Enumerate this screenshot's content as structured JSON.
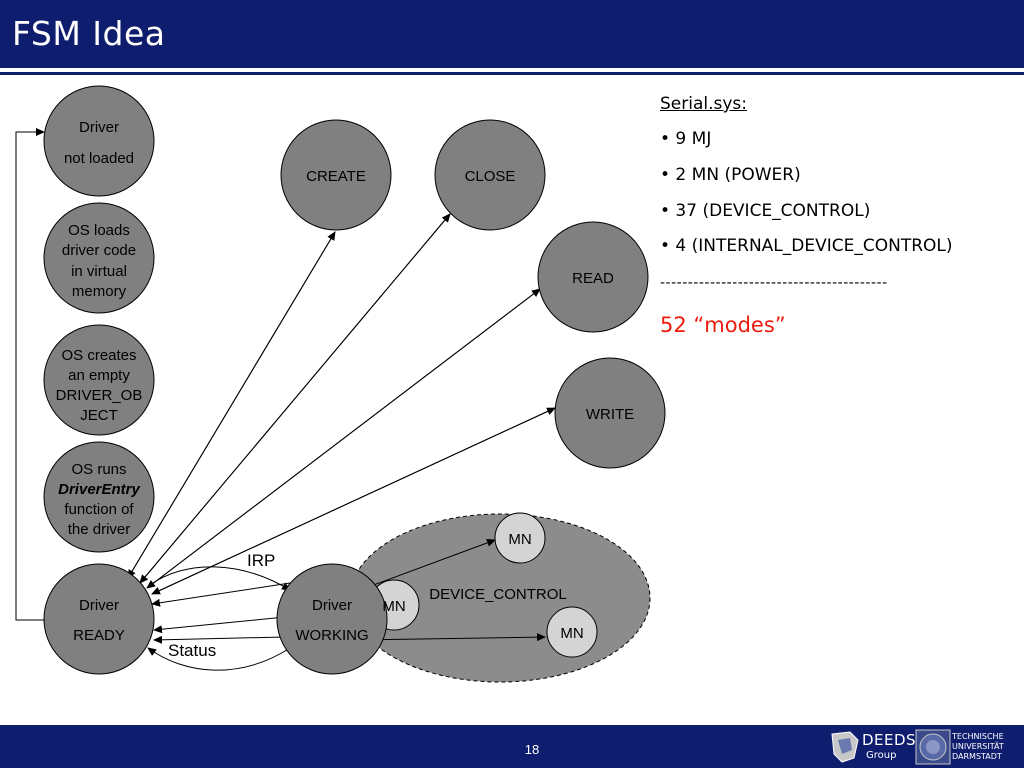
{
  "slide": {
    "title": "FSM Idea",
    "page_number": "18"
  },
  "nodes": {
    "driver_not_loaded": [
      "Driver",
      "not loaded"
    ],
    "os_loads": [
      "OS loads",
      "driver code",
      "in virtual",
      "memory"
    ],
    "os_creates": [
      "OS creates",
      "an empty",
      "DRIVER_OB",
      "JECT"
    ],
    "os_runs": [
      "OS runs",
      "DriverEntry",
      "function of",
      "the driver"
    ],
    "driver_ready": [
      "Driver",
      "READY"
    ],
    "driver_working": [
      "Driver",
      "WORKING"
    ],
    "create": "CREATE",
    "close": "CLOSE",
    "read": "READ",
    "write": "WRITE",
    "device_control": "DEVICE_CONTROL",
    "mn_top": "MN",
    "mn_left": "MN",
    "mn_bottom": "MN"
  },
  "edge_labels": {
    "irp": "IRP",
    "status": "Status"
  },
  "summary": {
    "title": "Serial.sys:",
    "bullets": [
      "• 9 MJ",
      "• 2 MN (POWER)",
      "• 37 (DEVICE_CONTROL)",
      "• 4 (INTERNAL_DEVICE_CONTROL)"
    ],
    "divider": "-----------------------------------------",
    "total": "52 “modes”"
  },
  "logos": {
    "deeds": "DEEDS",
    "deeds_sub": "Group",
    "tu": "TECHNISCHE\nUNIVERSITÄT\nDARMSTADT"
  },
  "colors": {
    "header": "#0f1d6e",
    "node_fill": "#808080",
    "mn_fill": "#d4d4d4",
    "total_text": "#ee1c0e"
  }
}
